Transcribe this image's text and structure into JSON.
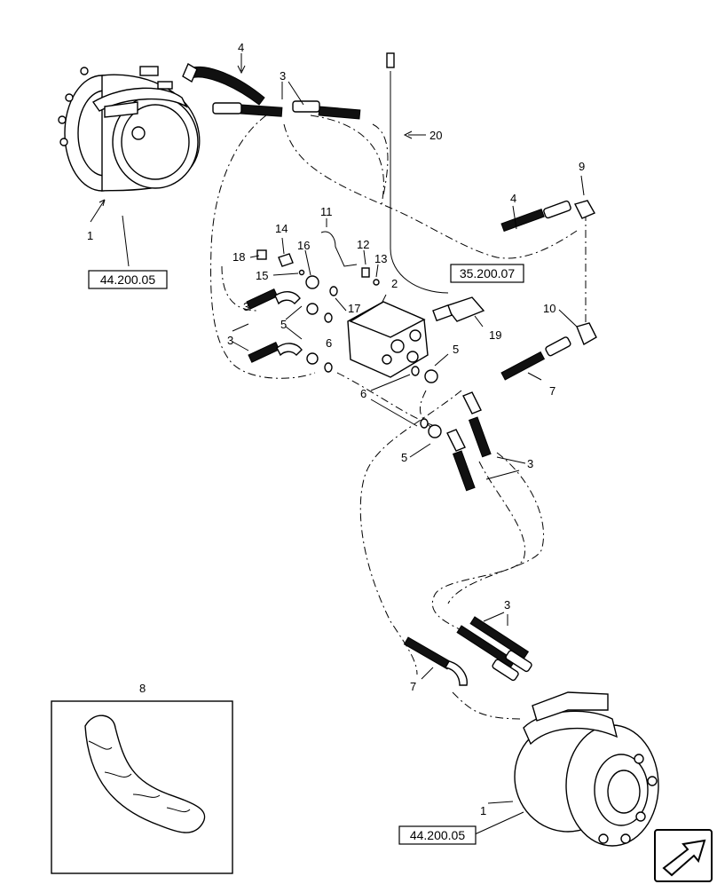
{
  "callouts": {
    "c1a": "1",
    "c1b": "1",
    "c2": "2",
    "c3a": "3",
    "c3b": "3",
    "c3c": "3",
    "c3d": "3",
    "c3e": "3",
    "c4a": "4",
    "c4b": "4",
    "c5a": "5",
    "c5b": "5",
    "c5c": "5",
    "c6a": "6",
    "c6b": "6",
    "c7a": "7",
    "c7b": "7",
    "c8": "8",
    "c9": "9",
    "c10": "10",
    "c11": "11",
    "c12": "12",
    "c13": "13",
    "c14": "14",
    "c15": "15",
    "c16": "16",
    "c17": "17",
    "c18": "18",
    "c19": "19",
    "c20": "20"
  },
  "references": {
    "ref_motor_top": "44.200.05",
    "ref_valve": "35.200.07",
    "ref_motor_bottom": "44.200.05"
  },
  "icons": {
    "next_page": "navigation-arrow-icon"
  }
}
